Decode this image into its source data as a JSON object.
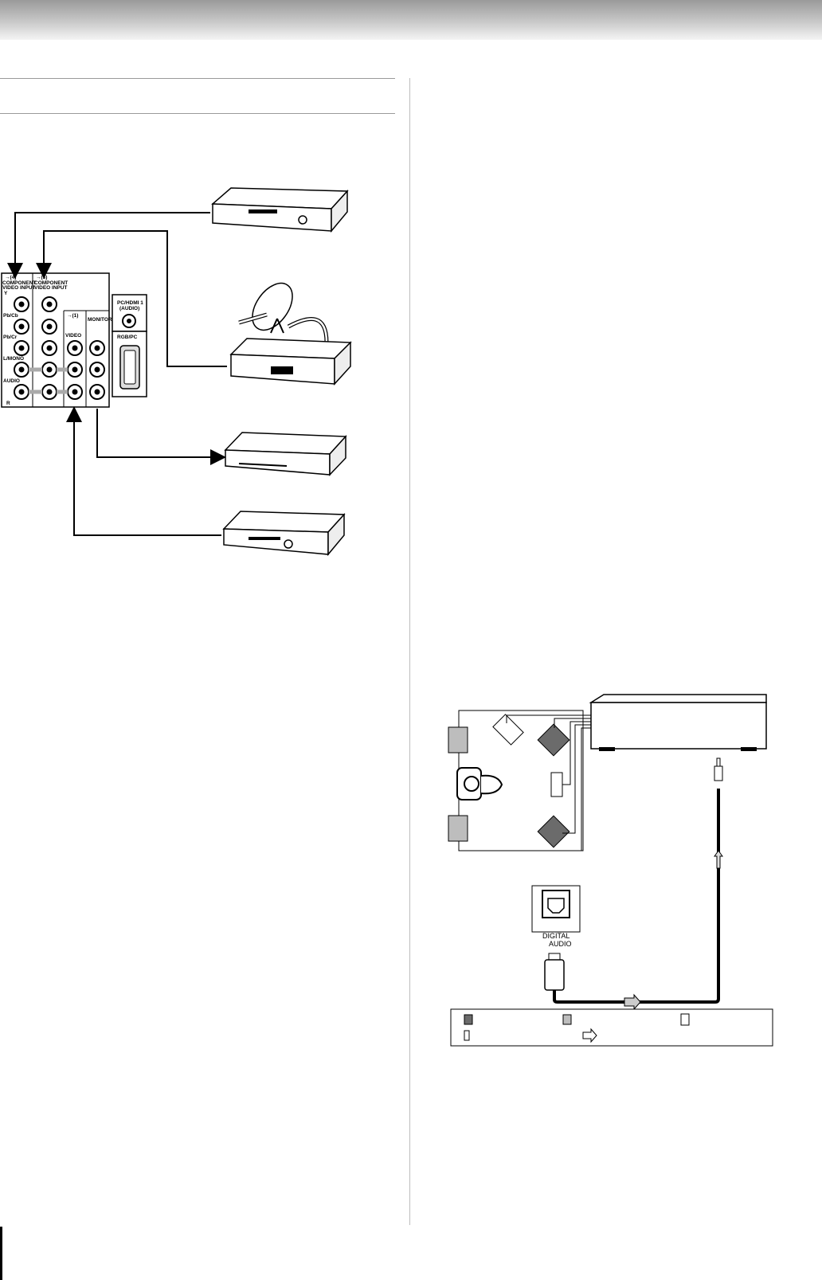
{
  "panel": {
    "component_4_header": "→(4)",
    "component_4_title1": "COMPONENT",
    "component_4_title2": "VIDEO INPUT",
    "component_3_header": "→(3)",
    "component_3_title1": "COMPONENT",
    "component_3_title2": "VIDEO INPUT",
    "jack_y": "Y",
    "jack_pb": "Pb/Cb",
    "jack_pr": "Pb/Cr",
    "jack_lmono": "L/MONO",
    "jack_audio": "AUDIO",
    "jack_r": "R",
    "input1_header": "→(1)",
    "monitor_header": "MONITOR",
    "video_label": "VIDEO",
    "pc_hdmi_line1": "PC/HDMI 1",
    "pc_hdmi_line2": "(AUDIO)",
    "rgb_pc_label": "RGB/PC"
  },
  "audio_diagram": {
    "port_label_line1": "DIGITAL",
    "port_label_line2": "AUDIO"
  },
  "colors": {
    "speaker_dark": "#6b6b6b",
    "speaker_light": "#bdbdbd",
    "header_gradient_top": "#9a9a9a"
  }
}
